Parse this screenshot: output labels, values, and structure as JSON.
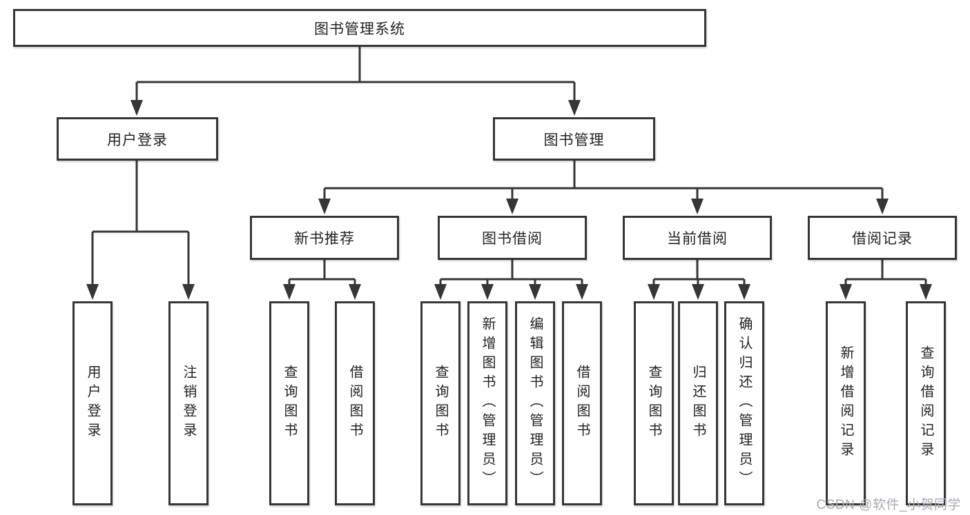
{
  "tree": {
    "root": "图书管理系统",
    "login": {
      "label": "用户登录",
      "children": {
        "login": "用户登录",
        "logout": "注销登录"
      }
    },
    "management": {
      "label": "图书管理",
      "sections": {
        "recommend": {
          "label": "新书推荐",
          "children": {
            "query": "查询图书",
            "borrow": "借阅图书"
          }
        },
        "borrowing": {
          "label": "图书借阅",
          "children": {
            "query": "查询图书",
            "add": "新增图书（管理员）",
            "edit": "编辑图书（管理员）",
            "borrow": "借阅图书"
          }
        },
        "current": {
          "label": "当前借阅",
          "children": {
            "query": "查询图书",
            "return": "归还图书",
            "confirm": "确认归还（管理员）"
          }
        },
        "records": {
          "label": "借阅记录",
          "children": {
            "add": "新增借阅记录",
            "query": "查询借阅记录"
          }
        }
      }
    }
  },
  "watermark": "CSDN @软件_小贺同学",
  "colors": {
    "line": "#363636",
    "text": "#232323",
    "watermark": "#a9acb2",
    "background": "#ffffff"
  }
}
